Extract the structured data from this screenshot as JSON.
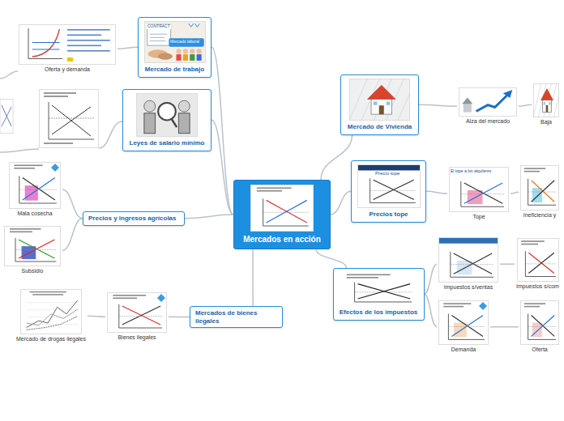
{
  "diagram": {
    "nodes": [
      {
        "text": [
          "Mercados en acción"
        ]
      },
      {
        "text": [
          "Mercado de Vivienda"
        ]
      },
      {
        "text": [
          "Alza del mercado"
        ]
      },
      {
        "text": [
          "Baja"
        ]
      },
      {
        "text": [
          "Precios tope"
        ]
      },
      {
        "text": [
          "Tope"
        ]
      },
      {
        "text": [
          "Ineficiencia y"
        ]
      },
      {
        "text": [
          "Efectos de los impuestos"
        ]
      },
      {
        "text": [
          "Impuestos s/ventas"
        ]
      },
      {
        "text": [
          "Impuestos s/com"
        ]
      },
      {
        "text": [
          "Demanda"
        ]
      },
      {
        "text": [
          "Oferta"
        ]
      },
      {
        "text": [
          "Mercados de bienes ilegales"
        ]
      },
      {
        "text": [
          "Bienes ilegales"
        ]
      },
      {
        "text": [
          "Mercado de drogas ilegales"
        ]
      },
      {
        "text": [
          "Precios y ingresos agrícolas"
        ]
      },
      {
        "text": [
          "Mala cosecha"
        ]
      },
      {
        "text": [
          "Subsidio"
        ]
      },
      {
        "text": [
          "Leyes de salario mínimo"
        ]
      },
      {
        "text": [
          "Mercado de trabajo"
        ]
      },
      {
        "text": [
          "Oferta y demanda"
        ]
      }
    ],
    "edges": [
      {
        "from": 0,
        "to": 1,
        "arrow": "none"
      },
      {
        "from": 1,
        "to": 2,
        "arrow": "none"
      },
      {
        "from": 2,
        "to": 3,
        "arrow": "none"
      },
      {
        "from": 0,
        "to": 4,
        "arrow": "none"
      },
      {
        "from": 4,
        "to": 5,
        "arrow": "none"
      },
      {
        "from": 5,
        "to": 6,
        "arrow": "none"
      },
      {
        "from": 0,
        "to": 7,
        "arrow": "none"
      },
      {
        "from": 7,
        "to": 8,
        "arrow": "none"
      },
      {
        "from": 8,
        "to": 9,
        "arrow": "none"
      },
      {
        "from": 7,
        "to": 10,
        "arrow": "none"
      },
      {
        "from": 10,
        "to": 11,
        "arrow": "none"
      },
      {
        "from": 0,
        "to": 12,
        "arrow": "none"
      },
      {
        "from": 12,
        "to": 13,
        "arrow": "none"
      },
      {
        "from": 13,
        "to": 14,
        "arrow": "none"
      },
      {
        "from": 0,
        "to": 15,
        "arrow": "none"
      },
      {
        "from": 15,
        "to": 16,
        "arrow": "none"
      },
      {
        "from": 15,
        "to": 17,
        "arrow": "none"
      },
      {
        "from": 0,
        "to": 18,
        "arrow": "none"
      },
      {
        "from": 0,
        "to": 19,
        "arrow": "none"
      },
      {
        "from": 19,
        "to": 20,
        "arrow": "none"
      }
    ],
    "labels": [
      "CONTRACT",
      "Mercado laboral",
      "Precio tope",
      "El tope a los alquileres"
    ]
  }
}
